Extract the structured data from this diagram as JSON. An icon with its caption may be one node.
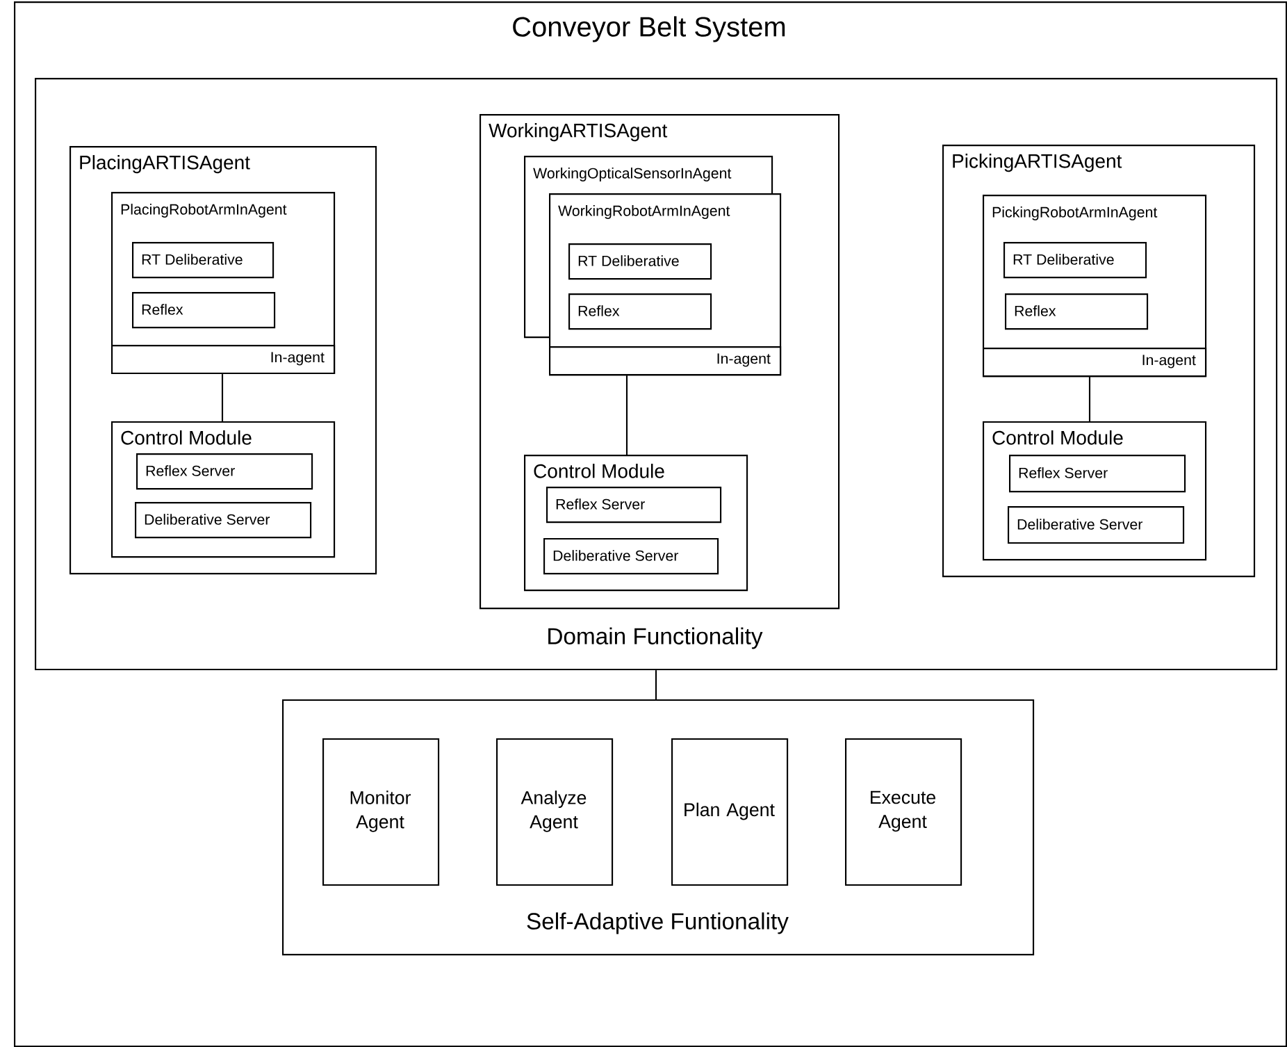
{
  "diagram": {
    "nodes": [
      {
        "text": [
          "Conveyor Belt System"
        ]
      },
      {
        "text": [
          "Domain Functionality"
        ],
        "in": 0
      },
      {
        "text": [
          "PlacingARTISAgent"
        ],
        "in": 1
      },
      {
        "text": [
          "PlacingRobotArmInAgent"
        ],
        "in": 2
      },
      {
        "text": [
          "RT Deliberative"
        ],
        "in": 3
      },
      {
        "text": [
          "Reflex"
        ],
        "in": 3
      },
      {
        "text": [
          "In-agent"
        ],
        "in": 3
      },
      {
        "text": [
          "Control Module"
        ],
        "in": 2
      },
      {
        "text": [
          "Reflex Server"
        ],
        "in": 7
      },
      {
        "text": [
          "Deliberative Server"
        ],
        "in": 7
      },
      {
        "text": [
          "WorkingARTISAgent"
        ],
        "in": 1
      },
      {
        "text": [
          "WorkingOpticalSensorInAgent"
        ],
        "in": 10
      },
      {
        "text": [
          "WorkingRobotArmInAgent"
        ],
        "in": 10
      },
      {
        "text": [
          "RT Deliberative"
        ]
      },
      {
        "text": [
          "Reflex"
        ]
      },
      {
        "text": [
          "In-agent"
        ],
        "in": 12
      },
      {
        "text": [
          "Control Module"
        ],
        "in": 10
      },
      {
        "text": [
          "Reflex Server"
        ],
        "in": 16
      },
      {
        "text": [
          "Deliberative Server"
        ],
        "in": 16
      },
      {
        "text": [
          "PickingARTISAgent"
        ],
        "in": 1
      },
      {
        "text": [
          "PickingRobotArmInAgent"
        ],
        "in": 19
      },
      {
        "text": [
          "RT Deliberative"
        ],
        "in": 20
      },
      {
        "text": [
          "Reflex"
        ],
        "in": 20
      },
      {
        "text": [
          "In-agent"
        ],
        "in": 20
      },
      {
        "text": [
          "Control Module"
        ],
        "in": 19
      },
      {
        "text": [
          "Reflex Server"
        ],
        "in": 24
      },
      {
        "text": [
          "Deliberative Server"
        ],
        "in": 24
      },
      {
        "text": [
          "Self-Adaptive Funtionality"
        ],
        "in": 0
      },
      {
        "text": [
          "Monitor Agent"
        ],
        "in": 27
      },
      {
        "text": [
          "Analyze Agent"
        ],
        "in": 27
      },
      {
        "text": [
          "Plan Agent"
        ],
        "in": 27
      },
      {
        "text": [
          "Execute Agent"
        ],
        "in": 27
      }
    ],
    "edges": [
      {
        "from": 6,
        "to": 7,
        "arrow": "none"
      },
      {
        "from": 15,
        "to": 16,
        "arrow": "none"
      },
      {
        "from": 23,
        "to": 24,
        "arrow": "none"
      },
      {
        "from": 1,
        "to": 27,
        "arrow": "none"
      }
    ]
  }
}
